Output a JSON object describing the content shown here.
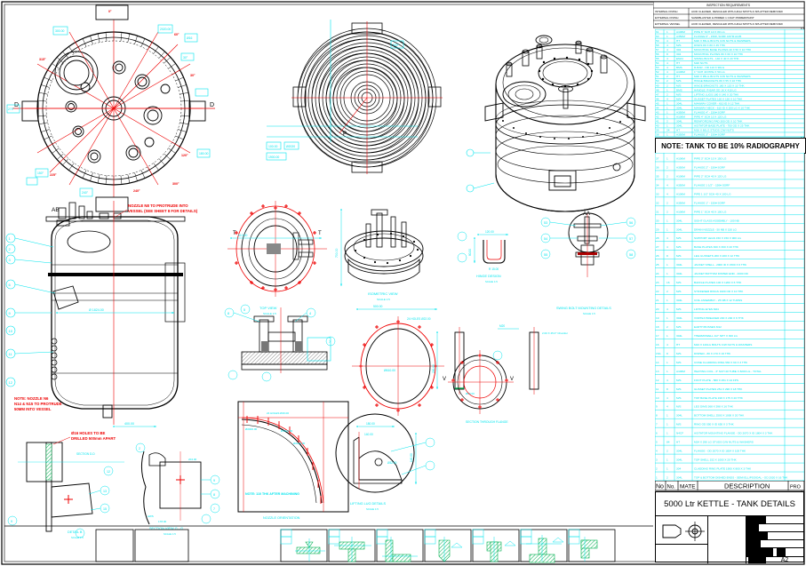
{
  "sheet": {
    "size_label": "A2",
    "background": "#ffffff",
    "colors": {
      "construction": "#00e5ee",
      "outline": "#000000",
      "centerline": "#ee0000",
      "weld_hatch": "#00b050"
    }
  },
  "title_block": {
    "drawing_title": "5000 Ltr  KETTLE - TANK DETAILS",
    "sheet_size": "A2",
    "projection_symbol": "first-angle-projection"
  },
  "inspection_block": {
    "header": "INSPECTION REQUIREMENTS",
    "rows": [
      "ACID CLEANED, DESCALED WITH HIGH SPOTS & SPLATTER REMOVED",
      "SANDBLASTED & PRIMED 1 COAT PRIMER/PAINT",
      "ACID CLEANED, DESCALED WITH HIGH SPOTS & SPLATTER REMOVED"
    ],
    "sub_header": "FINISH",
    "sub_rows": [
      "INTERNAL FINISH",
      "EXTERNAL FINISH",
      "EXTERNAL VESSEL"
    ]
  },
  "radiography_note": "NOTE: TANK TO BE 10% RADIOGRAPHY",
  "parts_list": {
    "columns": [
      "No",
      "No.",
      "MATE",
      "DESCRIPTION",
      "PRO"
    ],
    "rows": [
      {
        "item": "61",
        "qty": "1",
        "mat": "A106M",
        "desc": "PIPE 6\" SCH 10 X 80 LG"
      },
      {
        "item": "60",
        "qty": "1",
        "mat": "A350M",
        "desc": "FLANGE 6\" - 150#, SORF ASTM A105"
      },
      {
        "item": "59",
        "qty": "4",
        "mat": "HT",
        "desc": "M20 X 65LG BOLTS C/W NUTS & WASHERS"
      },
      {
        "item": "58",
        "qty": "4",
        "mat": "M/S",
        "desc": "DISKS 80 X 80 X 45 THK"
      },
      {
        "item": "57",
        "qty": "4",
        "mat": "304",
        "desc": "MOUNTING BASE PLATES 40 X 50 X 10 THK"
      },
      {
        "item": "56",
        "qty": "8",
        "mat": "304",
        "desc": "MOUNTING PLATES 80 X 60 X 10 THK"
      },
      {
        "item": "55",
        "qty": "4",
        "mat": "EN24",
        "desc": "SWING BOLTS - 140 X 40 X 20 THK"
      },
      {
        "item": "54",
        "qty": "4",
        "mat": "HT",
        "desc": "M20 NUTS"
      },
      {
        "item": "53",
        "qty": "4",
        "mat": "BMS",
        "desc": "R-BAR - OD 110 X 90LG"
      },
      {
        "item": "52",
        "qty": "4",
        "mat": "A106M",
        "desc": "1\" SCH 40 PIPE X 50 LG"
      },
      {
        "item": "51",
        "qty": "2",
        "mat": "HT",
        "desc": "M20 X 95LG BOLTS C/W NUTS & WASHERS"
      },
      {
        "item": "50",
        "qty": "2",
        "mat": "M/S",
        "desc": "HINGE BRACKETS 80 X 55 X 10 THK"
      },
      {
        "item": "49",
        "qty": "2",
        "mat": "M/S",
        "desc": "HINGE BRACKETS 180 X 120 X 10 THK"
      },
      {
        "item": "48",
        "qty": "1",
        "mat": "BMS",
        "desc": "HANDLE: R-BAR OD 16 X 410 LG"
      },
      {
        "item": "47",
        "qty": "2",
        "mat": "M/S",
        "desc": "LIFTING LUGS 180 X 140 X 20 THK"
      },
      {
        "item": "46",
        "qty": "4",
        "mat": "M/S",
        "desc": "GUSSET PLATES 120 X 120 X 10 THK"
      },
      {
        "item": "45",
        "qty": "1",
        "mat": "304L",
        "desc": "MANWAY COVER - 610 ID X 12 THK"
      },
      {
        "item": "44",
        "qty": "1",
        "mat": "304L",
        "desc": "MANWAY NECK - 610 ID X 200 LG X 10 THK"
      },
      {
        "item": "43",
        "qty": "1",
        "mat": "A350M",
        "desc": "FLANGE 4\" - 150# SORF"
      },
      {
        "item": "42",
        "qty": "1",
        "mat": "A106M",
        "desc": "PIPE 4\" SCH 10 X 120 LG"
      },
      {
        "item": "41",
        "qty": "2",
        "mat": "304L",
        "desc": "REINFORCING PAD 300 OD X 10 THK"
      },
      {
        "item": "40",
        "qty": "1",
        "mat": "304L",
        "desc": "AGITATOR BASE PLATE - 700 OD X 25 THK"
      },
      {
        "item": "39",
        "qty": "24",
        "mat": "HT",
        "desc": "M16 X 60LG STUDS C/W NUTS"
      },
      {
        "item": "38",
        "qty": "1",
        "mat": "A350M",
        "desc": "FLANGE 3\" - 150# SORF"
      },
      {
        "item": "37",
        "qty": "1",
        "mat": "A106M",
        "desc": "PIPE 3\" SCH 10 X 150 LG"
      },
      {
        "item": "36",
        "qty": "2",
        "mat": "A350M",
        "desc": "FLANGE 2\" - 150# SORF"
      },
      {
        "item": "35",
        "qty": "2",
        "mat": "A106M",
        "desc": "PIPE 2\" SCH 40 X 120 LG"
      },
      {
        "item": "34",
        "qty": "4",
        "mat": "A350M",
        "desc": "FLANGE 1 1/2\" - 150# SORF"
      },
      {
        "item": "33",
        "qty": "4",
        "mat": "A106M",
        "desc": "PIPE 1 1/2\" SCH 40 X 100 LG"
      },
      {
        "item": "32",
        "qty": "2",
        "mat": "A350M",
        "desc": "FLANGE 1\" - 150# SORF"
      },
      {
        "item": "31",
        "qty": "2",
        "mat": "A106M",
        "desc": "PIPE 1\" SCH 40 X 100 LG"
      },
      {
        "item": "30",
        "qty": "1",
        "mat": "304L",
        "desc": "SIGHT GLASS ASSEMBLY - 100 NB"
      },
      {
        "item": "29",
        "qty": "1",
        "mat": "304L",
        "desc": "DRAIN NOZZLE - 50 NB X 150 LG"
      },
      {
        "item": "28",
        "qty": "4",
        "mat": "M/S",
        "desc": "SUPPORT LEGS 150 X 150 X 900 LG"
      },
      {
        "item": "27",
        "qty": "4",
        "mat": "M/S",
        "desc": "BASE PLATES 300 X 300 X 20 THK"
      },
      {
        "item": "26",
        "qty": "8",
        "mat": "M/S",
        "desc": "LEG GUSSETS 200 X 200 X 12 THK"
      },
      {
        "item": "25",
        "qty": "1",
        "mat": "304L",
        "desc": "JACKET SHELL - 2000 ID X 1500 X 6 THK"
      },
      {
        "item": "24",
        "qty": "1",
        "mat": "304L",
        "desc": "JACKET BOTTOM DISHED END - 2000 OD"
      },
      {
        "item": "23",
        "qty": "16",
        "mat": "M/S",
        "desc": "BAFFLE PLATES 100 X 1200 X 6 THK"
      },
      {
        "item": "22",
        "qty": "2",
        "mat": "M/S",
        "desc": "STIFFENER RINGS 1900 OD X 10 THK"
      },
      {
        "item": "21",
        "qty": "1",
        "mat": "304L",
        "desc": "COIL ASSEMBLY - 25 NB X 12 TURNS"
      },
      {
        "item": "20",
        "qty": "4",
        "mat": "M/S",
        "desc": "LIFTING EYES M24"
      },
      {
        "item": "19",
        "qty": "1",
        "mat": "304L",
        "desc": "VORTEX BREAKER 200 X 200 X 6 THK"
      },
      {
        "item": "18",
        "qty": "2",
        "mat": "M/S",
        "desc": "EARTH BOSSES M12"
      },
      {
        "item": "17",
        "qty": "1",
        "mat": "304L",
        "desc": "THERMOWELL 1/2\" NPT X 300 LG"
      },
      {
        "item": "16",
        "qty": "4",
        "mat": "HT",
        "desc": "M24 X 120LG BOLTS C/W NUTS & WASHERS"
      },
      {
        "item": "15A",
        "qty": "8",
        "mat": "M/S",
        "desc": "DISHED - 80 X 170 X 16 THK"
      },
      {
        "item": "14",
        "qty": "1",
        "mat": "M/S",
        "desc": "CONE CLADDING RING 560 X 60 X  3 THK"
      },
      {
        "item": "13",
        "qty": "1",
        "mat": "A106M",
        "desc": "HEATING COIL - 3\" SCH 40 TUBE X 8200 LG - TOTAL"
      },
      {
        "item": "12",
        "qty": "4",
        "mat": "M/S",
        "desc": "FOOT PLATE - 580 X 251 X 24 FPS"
      },
      {
        "item": "11",
        "qty": "8",
        "mat": "M/S",
        "desc": "GUSSET PLATES 251 X 296 X 18 THK"
      },
      {
        "item": "10",
        "qty": "4",
        "mat": "M/S",
        "desc": "TOP BASE PLATE 198 X 175 X 20 THK"
      },
      {
        "item": "9",
        "qty": "4",
        "mat": "M/S",
        "desc": "LEG DIMS 368 X 598 X 16 THK"
      },
      {
        "item": "8",
        "qty": "1",
        "mat": "304L",
        "desc": "BOTTOM SHELL 2500 X 1000 X 20 THK"
      },
      {
        "item": "7",
        "qty": "1",
        "mat": "M/S",
        "desc": "RING OD 550 X ID 650 X 3 THK"
      },
      {
        "item": "6",
        "qty": "1",
        "mat": "N4CF",
        "desc": "AGITATOR MOUNTING FLANGE - OD 2070 X ID 1804 X 3 THK"
      },
      {
        "item": "5",
        "qty": "84",
        "mat": "HT",
        "desc": "M24 X 290 LG STUDS C/W NUTS & WASHERS"
      },
      {
        "item": "4",
        "qty": "2",
        "mat": "304L",
        "desc": "FLANGE - OD 2070 X ID 1824 X 100 THK"
      },
      {
        "item": "3",
        "qty": "1",
        "mat": "304L",
        "desc": "TOP SHELL 152 X 1000 X 20 THK"
      },
      {
        "item": "2",
        "qty": "1",
        "mat": "304",
        "desc": "CLADDING RING PLATE 1900 X 800 X 3 THK"
      },
      {
        "item": "1",
        "qty": "2",
        "mat": "304L",
        "desc": "TOP & BOTTOM DISHED ENDS - SEMI ELLIPSOIDAL - OD 2020 X 16 THK"
      }
    ]
  },
  "annotations": {
    "note_nozzle_protrude": "NOZZLE N8 TO PROTRUDE INTO\nVESSEL (SEE SHEET 8 FOR DETAILS)",
    "note_nozzle_protrude_l1": "NOZZLE N8 TO PROTRUDE INTO",
    "note_nozzle_protrude_l2": "VESSEL (SEE SHEET 8 FOR DETAILS)",
    "note_nozzle_50mm_l1": "NOTE: NOZZLE N6",
    "note_nozzle_50mm_l2": "N14 & N15 TO PROTRUDE",
    "note_nozzle_50mm_l3": "50MM INTO VESSEL",
    "note_holes_l1": "Ø16 HOLES TO BE",
    "note_holes_l2": "DRILLED 500mm APART",
    "note_machining": "NOTE: 110 THK AFTER MACHINING",
    "section_aa": "AA",
    "section_ab": "AB",
    "section_d": "D",
    "section_t": "T",
    "section_v": "V",
    "section_g": "G"
  },
  "view_labels": {
    "top_view": "TOP VIEW",
    "isometric_view": "ISOMETRIC VIEW",
    "hinge_design": "HINGE DESIGN",
    "swing_bolt": "SWING BOLT MOUNTING DETAILS",
    "section_flange": "SECTION THROUGH FLANGE",
    "lifting_lug": "LIFTING LUG DETAILS",
    "nozzle_flange": "NOZZLE ORIENTATION",
    "detail_b": "DETAIL  B",
    "section_gg": "SECTION VIEW G - G",
    "section_dd": "SECTION D-D",
    "scale_note": "SCALE 1:5"
  },
  "dimensions": {
    "angles": [
      "0°",
      "30°",
      "60°",
      "90°",
      "120°",
      "150°",
      "180°",
      "210°",
      "240°",
      "270°",
      "300°",
      "330°",
      "345°",
      "15°",
      "45°"
    ],
    "values": [
      "2020.00",
      "1900.00",
      "1804.00",
      "610.00",
      "500.00",
      "400.00",
      "300.00",
      "250.00",
      "200.00",
      "150.00",
      "120.00",
      "100.00",
      "80.00",
      "60.00",
      "50.00",
      "40.00",
      "25.00",
      "20.00",
      "16.00",
      "12.00",
      "10.00"
    ],
    "hole_note": "24 HOLES Ø22.00",
    "chamfer_note": "2.00 X 45.0° Chamfer"
  },
  "balloons": [
    "1",
    "2",
    "3",
    "4",
    "5",
    "6",
    "7",
    "8",
    "9",
    "10",
    "11",
    "12",
    "13",
    "14",
    "15",
    "16",
    "17",
    "18",
    "19",
    "20",
    "21",
    "22",
    "23",
    "24",
    "25",
    "26",
    "27"
  ],
  "nozzle_tags": [
    "N1",
    "N2",
    "N3",
    "N4",
    "N5",
    "N6",
    "N7",
    "N8",
    "N9",
    "N10",
    "N11",
    "N12",
    "N13",
    "N14",
    "N15",
    "N16"
  ]
}
